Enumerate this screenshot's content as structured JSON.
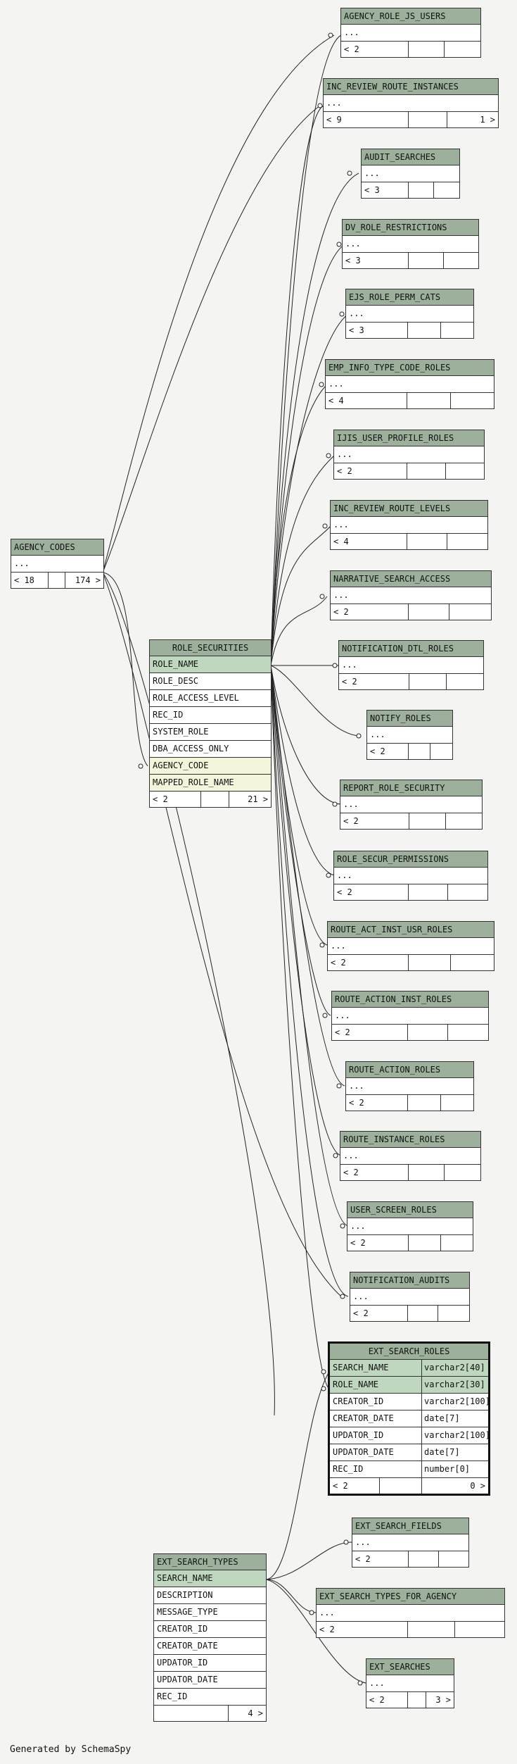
{
  "credit": "Generated by SchemaSpy",
  "tables": {
    "agency_role_js_users": {
      "name": "AGENCY_ROLE_JS_USERS",
      "more": "...",
      "children": "< 2"
    },
    "inc_review_route_instances": {
      "name": "INC_REVIEW_ROUTE_INSTANCES",
      "more": "...",
      "children": "< 9",
      "parents": "1 >"
    },
    "audit_searches": {
      "name": "AUDIT_SEARCHES",
      "more": "...",
      "children": "< 3"
    },
    "dv_role_restrictions": {
      "name": "DV_ROLE_RESTRICTIONS",
      "more": "...",
      "children": "< 3"
    },
    "ejs_role_perm_cats": {
      "name": "EJS_ROLE_PERM_CATS",
      "more": "...",
      "children": "< 3"
    },
    "emp_info_type_code_roles": {
      "name": "EMP_INFO_TYPE_CODE_ROLES",
      "more": "...",
      "children": "< 4"
    },
    "ijis_user_profile_roles": {
      "name": "IJIS_USER_PROFILE_ROLES",
      "more": "...",
      "children": "< 2"
    },
    "inc_review_route_levels": {
      "name": "INC_REVIEW_ROUTE_LEVELS",
      "more": "...",
      "children": "< 4"
    },
    "narrative_search_access": {
      "name": "NARRATIVE_SEARCH_ACCESS",
      "more": "...",
      "children": "< 2"
    },
    "notification_dtl_roles": {
      "name": "NOTIFICATION_DTL_ROLES",
      "more": "...",
      "children": "< 2"
    },
    "notify_roles": {
      "name": "NOTIFY_ROLES",
      "more": "...",
      "children": "< 2"
    },
    "report_role_security": {
      "name": "REPORT_ROLE_SECURITY",
      "more": "...",
      "children": "< 2"
    },
    "role_secur_permissions": {
      "name": "ROLE_SECUR_PERMISSIONS",
      "more": "...",
      "children": "< 2"
    },
    "route_act_inst_usr_roles": {
      "name": "ROUTE_ACT_INST_USR_ROLES",
      "more": "...",
      "children": "< 2"
    },
    "route_action_inst_roles": {
      "name": "ROUTE_ACTION_INST_ROLES",
      "more": "...",
      "children": "< 2"
    },
    "route_action_roles": {
      "name": "ROUTE_ACTION_ROLES",
      "more": "...",
      "children": "< 2"
    },
    "route_instance_roles": {
      "name": "ROUTE_INSTANCE_ROLES",
      "more": "...",
      "children": "< 2"
    },
    "user_screen_roles": {
      "name": "USER_SCREEN_ROLES",
      "more": "...",
      "children": "< 2"
    },
    "notification_audits": {
      "name": "NOTIFICATION_AUDITS",
      "more": "...",
      "children": "< 2"
    },
    "agency_codes": {
      "name": "AGENCY_CODES",
      "more": "...",
      "children": "< 18",
      "parents": "174 >"
    },
    "role_securities": {
      "name": "ROLE_SECURITIES",
      "columns": [
        "ROLE_NAME",
        "ROLE_DESC",
        "ROLE_ACCESS_LEVEL",
        "REC_ID",
        "SYSTEM_ROLE",
        "DBA_ACCESS_ONLY",
        "AGENCY_CODE",
        "MAPPED_ROLE_NAME"
      ],
      "children": "< 2",
      "parents": "21 >"
    },
    "ext_search_roles": {
      "name": "EXT_SEARCH_ROLES",
      "columns": [
        {
          "name": "SEARCH_NAME",
          "type": "varchar2[40]"
        },
        {
          "name": "ROLE_NAME",
          "type": "varchar2[30]"
        },
        {
          "name": "CREATOR_ID",
          "type": "varchar2[100]"
        },
        {
          "name": "CREATOR_DATE",
          "type": "date[7]"
        },
        {
          "name": "UPDATOR_ID",
          "type": "varchar2[100]"
        },
        {
          "name": "UPDATOR_DATE",
          "type": "date[7]"
        },
        {
          "name": "REC_ID",
          "type": "number[0]"
        }
      ],
      "children": "< 2",
      "parents": "0 >"
    },
    "ext_search_fields": {
      "name": "EXT_SEARCH_FIELDS",
      "more": "...",
      "children": "< 2"
    },
    "ext_search_types_for_agency": {
      "name": "EXT_SEARCH_TYPES_FOR_AGENCY",
      "more": "...",
      "children": "< 2"
    },
    "ext_searches": {
      "name": "EXT_SEARCHES",
      "more": "...",
      "children": "< 2",
      "parents": "3 >"
    },
    "ext_search_types": {
      "name": "EXT_SEARCH_TYPES",
      "columns": [
        "SEARCH_NAME",
        "DESCRIPTION",
        "MESSAGE_TYPE",
        "CREATOR_ID",
        "CREATOR_DATE",
        "UPDATOR_ID",
        "UPDATOR_DATE",
        "REC_ID"
      ],
      "parents": "4 >"
    }
  }
}
